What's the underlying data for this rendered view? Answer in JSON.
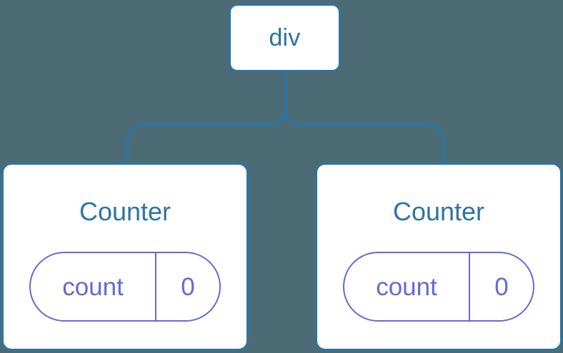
{
  "diagram": {
    "type": "component-tree",
    "background_color": "#4d6b75",
    "node_border_color": "#2d74a1",
    "node_fill_color": "#ffffff",
    "title_color": "#2d74a1",
    "state_color": "#6569d6",
    "connector_color": "#2d74a1",
    "root": {
      "label": "div"
    },
    "children": [
      {
        "label": "Counter",
        "state": {
          "key": "count",
          "value": "0"
        }
      },
      {
        "label": "Counter",
        "state": {
          "key": "count",
          "value": "0"
        }
      }
    ]
  }
}
